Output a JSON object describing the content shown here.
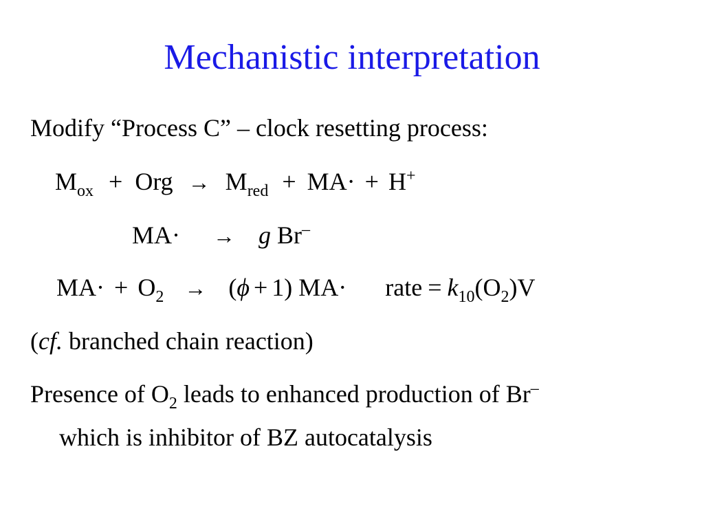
{
  "slide": {
    "title": "Mechanistic interpretation",
    "intro": "Modify “Process C” – clock resetting process:",
    "reaction1": {
      "reactant1": "M",
      "reactant1_sub": "ox",
      "plus": "+",
      "reactant2": "Org",
      "arrow": "→",
      "product1": "M",
      "product1_sub": "red",
      "product2": "MA·",
      "product3": "H",
      "product3_sup": "+"
    },
    "reaction2": {
      "reactant": "MA·",
      "arrow": "→",
      "coefficient": "g",
      "product": "Br",
      "product_sup": "–"
    },
    "reaction3": {
      "reactant1": "MA·",
      "plus": "+",
      "reactant2": "O",
      "reactant2_sub": "2",
      "arrow": "→",
      "open_paren": "(",
      "phi": "ϕ",
      "plus_one": "+",
      "one_close": "1) MA·",
      "rate_label": "rate",
      "equals": "=",
      "k": "k",
      "k_sub": "10",
      "paren_o": "(O",
      "o_sub": "2",
      "close_v": ")V"
    },
    "note": {
      "open": "(",
      "cf": "cf.",
      "rest": " branched chain reaction)"
    },
    "conclusion": {
      "part1": "Presence of O",
      "sub": "2",
      "part2": " leads to enhanced production of Br",
      "sup": "–",
      "line2": "which is inhibitor of BZ autocatalysis"
    }
  },
  "colors": {
    "title": "#1a1ae6",
    "text": "#000000",
    "background": "#ffffff"
  }
}
